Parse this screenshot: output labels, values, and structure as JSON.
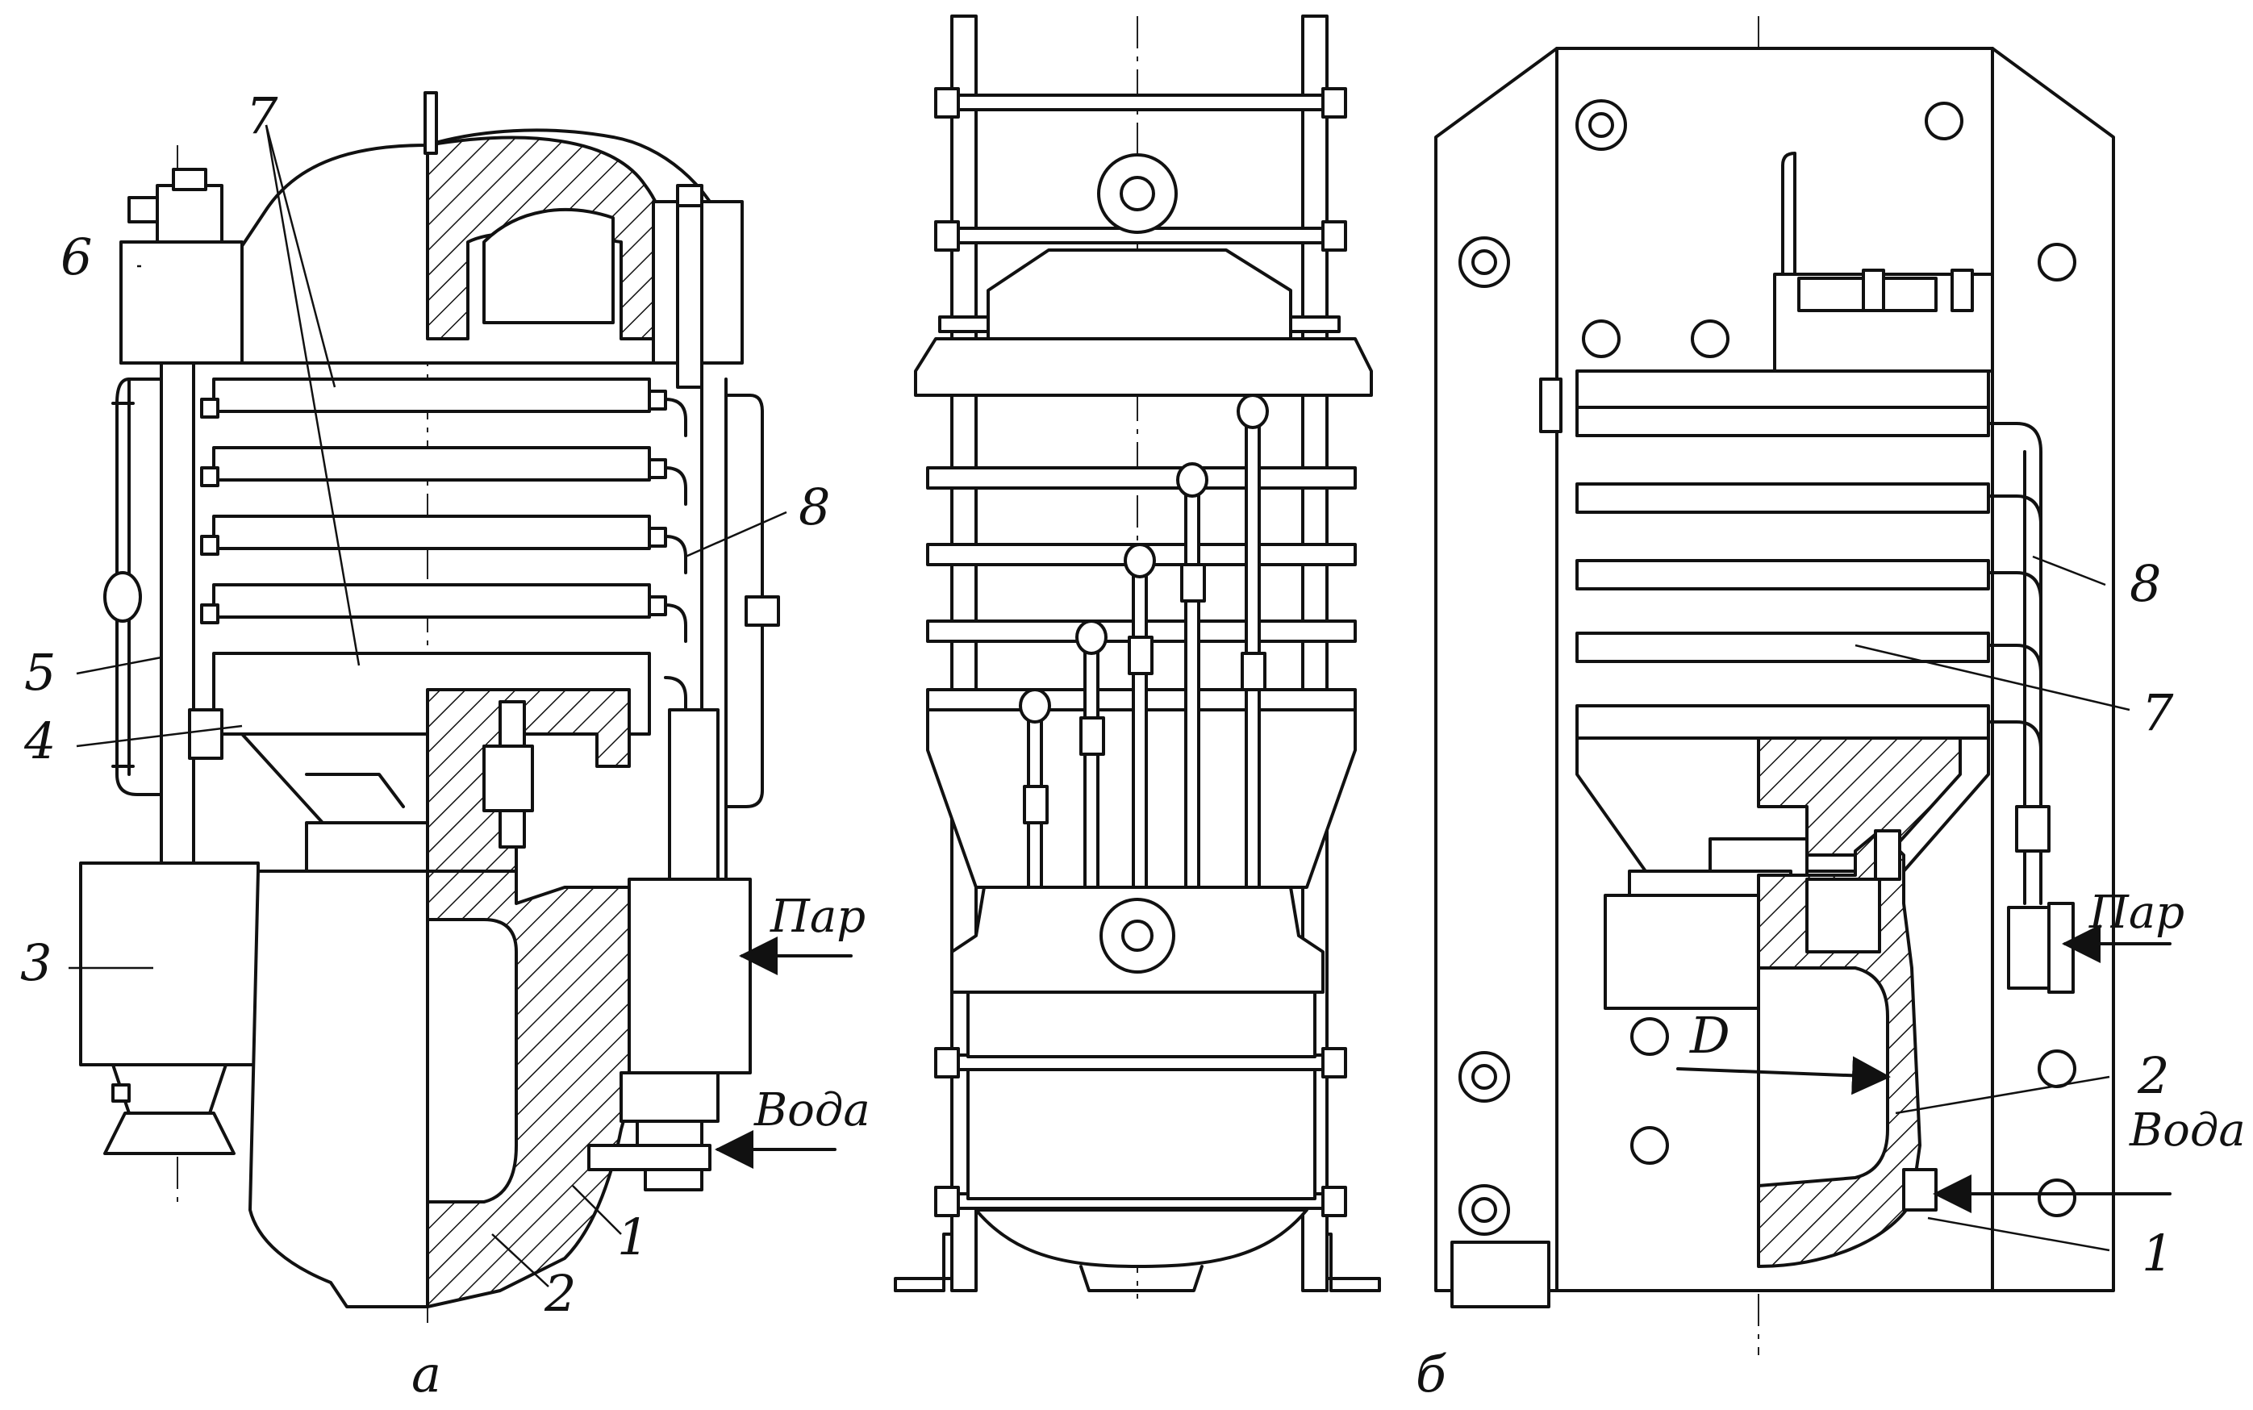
{
  "figure": {
    "view_a_label": "а",
    "view_b_label": "б"
  },
  "view_a": {
    "labels": [
      "1",
      "2",
      "3",
      "4",
      "5",
      "6",
      "7",
      "8"
    ],
    "steam": "Пар",
    "water": "Вода"
  },
  "view_b": {
    "labels": [
      "1",
      "2",
      "7",
      "8"
    ],
    "diameter": "D",
    "steam": "Пар",
    "water": "Вода"
  }
}
